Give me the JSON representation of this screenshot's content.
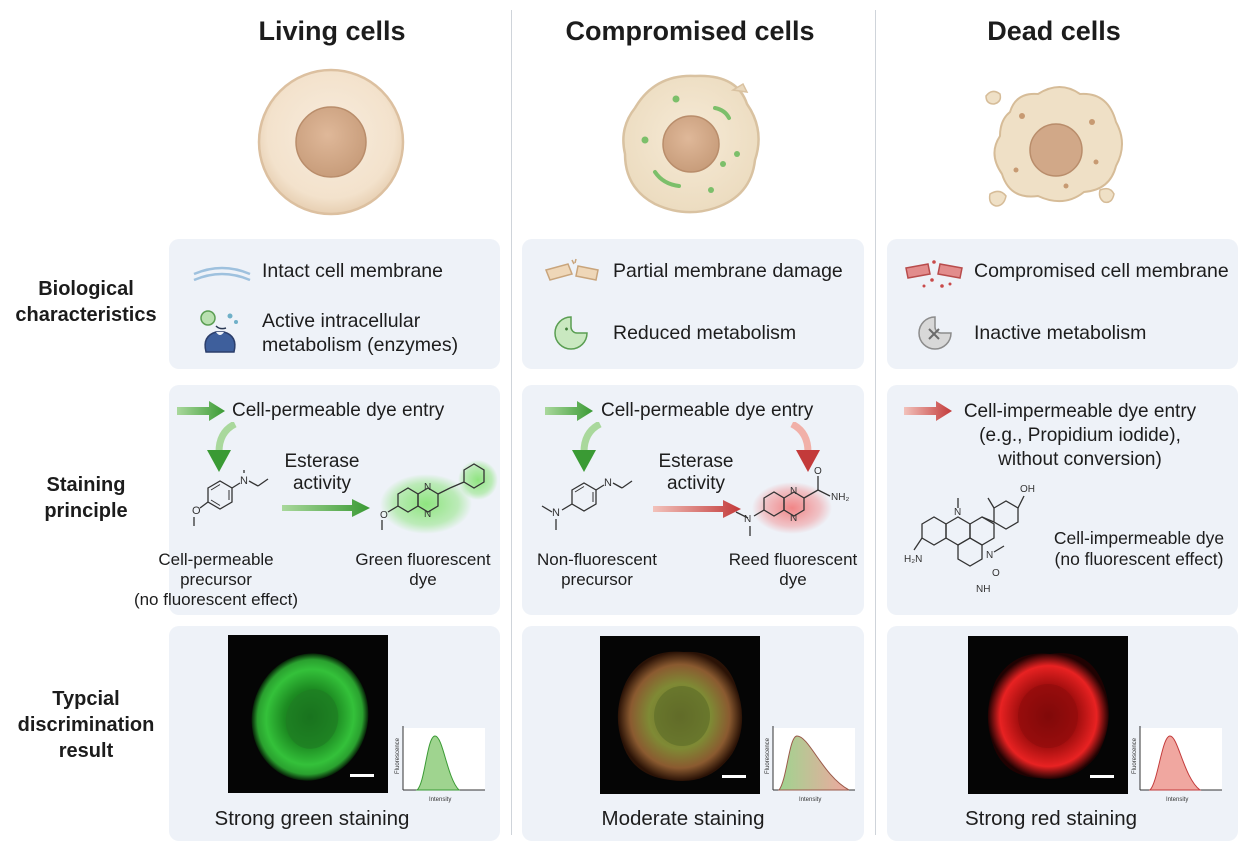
{
  "columns": {
    "living": {
      "title": "Living cells",
      "characteristics": [
        "Intact cell membrane",
        "Active intracellular",
        "metabolism (enzymes)"
      ],
      "staining": {
        "entry": "Cell-permeable dye entry",
        "process": [
          "Esterase",
          "activity"
        ],
        "substrate": [
          "Cell-permeable",
          "precursor",
          "(no fluorescent effect)"
        ],
        "product": [
          "Green fluorescent",
          "dye"
        ]
      },
      "result": "Strong green staining"
    },
    "compromised": {
      "title": "Compromised cells",
      "characteristics": [
        "Partial membrane damage",
        "Reduced metabolism"
      ],
      "staining": {
        "entry": "Cell-permeable dye entry",
        "process": [
          "Esterase",
          "activity"
        ],
        "substrate": [
          "Non-fluorescent",
          "precursor"
        ],
        "product": [
          "Reed fluorescent",
          "dye"
        ]
      },
      "result": "Moderate staining"
    },
    "dead": {
      "title": "Dead cells",
      "characteristics": [
        "Compromised cell membrane",
        "Inactive metabolism"
      ],
      "staining": {
        "entry": [
          "Cell-impermeable dye entry",
          "(e.g., Propidium iodide),",
          "without conversion)"
        ],
        "dye": [
          "Cell-impermeable dye",
          "(no fluorescent effect)"
        ]
      },
      "result": "Strong red staining"
    }
  },
  "row_labels": {
    "biological": [
      "Biological",
      "characteristics"
    ],
    "staining": [
      "Staining",
      "principle"
    ],
    "result": [
      "Typcial",
      "discrimination",
      "result"
    ]
  },
  "chem_labels": {
    "n": "N",
    "o": "O",
    "nh2": "NH₂",
    "h2n": "H₂N",
    "oh": "OH",
    "nh": "NH"
  },
  "plot_labels": {
    "y": "Fluorescence",
    "x": "Intensity"
  },
  "colors": {
    "green": "#3a9a34",
    "red": "#c33a3a",
    "panel": "#eef2f8"
  }
}
